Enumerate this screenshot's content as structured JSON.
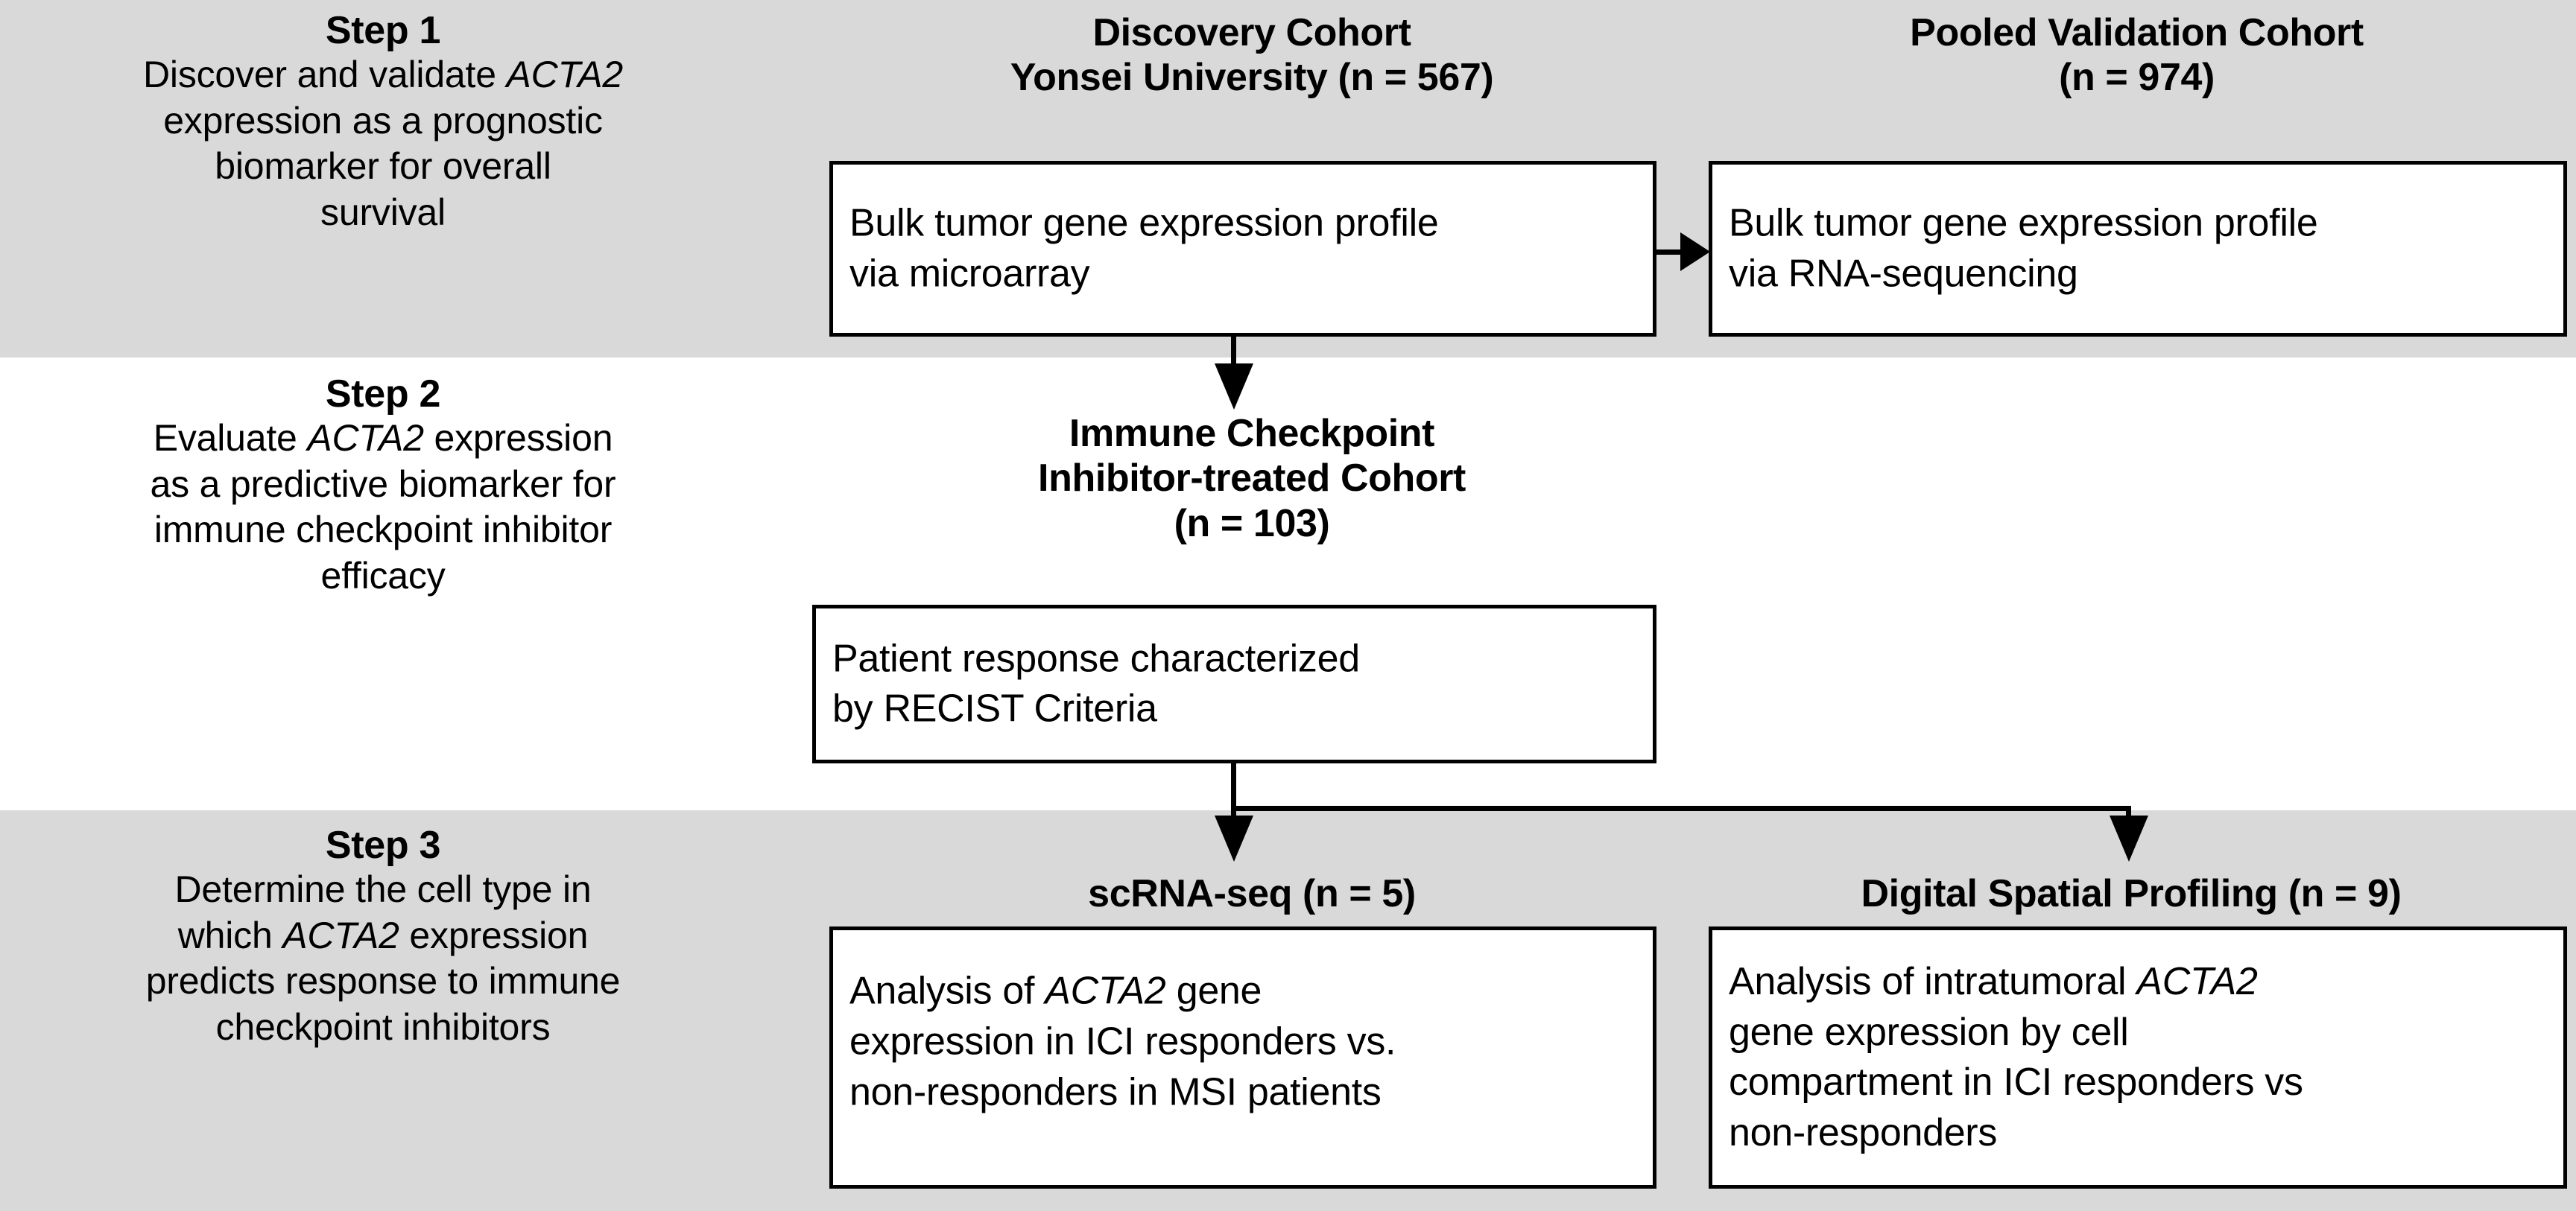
{
  "figure": {
    "kind": "study-design-flowchart",
    "gene": "ACTA2",
    "band_color": "#d9d9d9",
    "box_border_color": "#000000",
    "box_fill_color": "#ffffff"
  },
  "steps": [
    {
      "id": "step1",
      "title": "Step 1",
      "description_lines": [
        "Discover and validate ACTA2",
        "expression as a prognostic",
        "biomarker for overall",
        "survival"
      ],
      "description_plain": "Discover and validate ACTA2 expression as a prognostic biomarker for overall survival"
    },
    {
      "id": "step2",
      "title": "Step 2",
      "description_lines": [
        "Evaluate ACTA2 expression",
        "as a predictive biomarker for",
        "immune checkpoint inhibitor",
        "efficacy"
      ],
      "description_plain": "Evaluate ACTA2 expression as a predictive biomarker for immune checkpoint inhibitor efficacy"
    },
    {
      "id": "step3",
      "title": "Step 3",
      "description_lines": [
        "Determine the cell type in",
        "which ACTA2 expression",
        "predicts response to immune",
        "checkpoint inhibitors"
      ],
      "description_plain": "Determine the cell type in which ACTA2 expression predicts response to immune checkpoint inhibitors"
    }
  ],
  "cohorts": {
    "discovery": {
      "header_line1": "Discovery Cohort",
      "header_line2": "Yonsei University (n = 567)",
      "n": 567,
      "box_line1": "Bulk tumor gene expression profile",
      "box_line2": "via microarray",
      "box_plain": "Bulk tumor gene expression profile via microarray"
    },
    "validation": {
      "header_line1": "Pooled Validation Cohort",
      "header_line2": "(n = 974)",
      "n": 974,
      "box_line1": "Bulk tumor gene expression profile",
      "box_line2": "via RNA-sequencing",
      "box_plain": "Bulk tumor gene expression profile via RNA-sequencing"
    },
    "ici": {
      "header_line1": "Immune Checkpoint",
      "header_line2": "Inhibitor-treated Cohort",
      "header_line3": "(n = 103)",
      "n": 103,
      "box_line1": "Patient response characterized",
      "box_line2": "by RECIST Criteria",
      "box_plain": "Patient response characterized by RECIST Criteria"
    },
    "scrnaseq": {
      "header": "scRNA-seq (n = 5)",
      "n": 5,
      "box_line1a": "Analysis of ",
      "box_line1_gene": "ACTA2",
      "box_line1b": " gene",
      "box_line2": "expression in ICI responders vs.",
      "box_line3": "non-responders in MSI patients",
      "box_plain": "Analysis of ACTA2 gene expression in ICI responders vs. non-responders in MSI patients"
    },
    "dsp": {
      "header": "Digital Spatial Profiling (n = 9)",
      "n": 9,
      "box_line1a": "Analysis of intratumoral ",
      "box_line1_gene": "ACTA2",
      "box_line2": "gene expression by cell",
      "box_line3": "compartment in ICI responders vs",
      "box_line4": "non-responders",
      "box_plain": "Analysis of intratumoral ACTA2 gene expression by cell compartment in ICI responders vs non-responders"
    }
  },
  "connectors": [
    {
      "id": "discovery-to-validation",
      "type": "arrow-right"
    },
    {
      "id": "discovery-to-ici",
      "type": "arrow-down"
    },
    {
      "id": "ici-to-scrnaseq",
      "type": "arrow-down"
    },
    {
      "id": "ici-to-dsp",
      "type": "elbow-arrow-down-right"
    }
  ]
}
